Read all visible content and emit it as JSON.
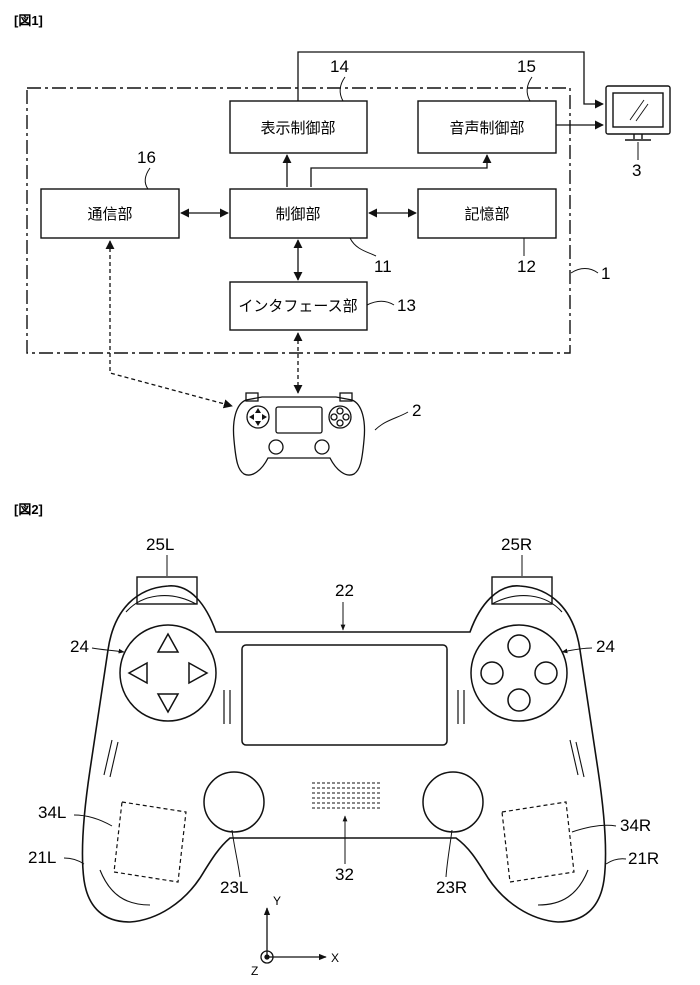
{
  "fig1": {
    "label": "[図1]",
    "boxes": {
      "display": "表示制御部",
      "audio": "音声制御部",
      "comm": "通信部",
      "control": "制御部",
      "memory": "記憶部",
      "interface": "インタフェース部"
    },
    "refs": {
      "display": "14",
      "audio": "15",
      "comm": "16",
      "control": "11",
      "memory": "12",
      "interface": "13",
      "device": "1",
      "controller": "2",
      "monitor": "3"
    }
  },
  "fig2": {
    "label": "[図2]",
    "refs": {
      "trigger_left": "25L",
      "trigger_right": "25R",
      "touchpad": "22",
      "buttons_left": "24",
      "buttons_right": "24",
      "sensor_left": "34L",
      "sensor_right": "34R",
      "grip_left": "21L",
      "grip_right": "21R",
      "stick_left": "23L",
      "stick_right": "23R",
      "speaker": "32"
    },
    "axes": {
      "y": "Y",
      "x": "X",
      "z": "Z"
    }
  }
}
